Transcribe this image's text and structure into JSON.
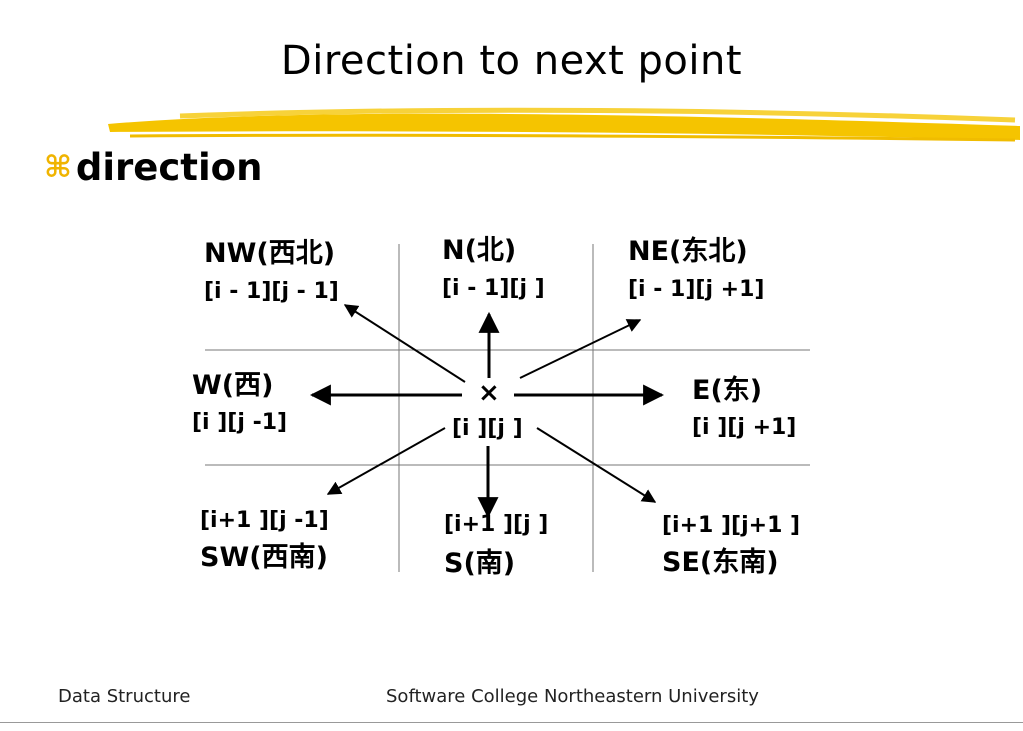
{
  "slide": {
    "title": "Direction to next point",
    "bullet": "direction",
    "bullet_icon": "⌘",
    "accent_color": "#f5c400"
  },
  "directions": {
    "nw": {
      "dir": "NW(西北)",
      "index": "[i - 1][j - 1]"
    },
    "n": {
      "dir": "N(北)",
      "index": "[i - 1][j ]"
    },
    "ne": {
      "dir": "NE(东北)",
      "index": "[i - 1][j +1]"
    },
    "w": {
      "dir": "W(西)",
      "index": "[i ][j -1]"
    },
    "center": {
      "dir": "×",
      "index": "[i ][j ]"
    },
    "e": {
      "dir": "E(东)",
      "index": "[i ][j +1]"
    },
    "sw": {
      "dir": "SW(西南)",
      "index": "[i+1 ][j -1]"
    },
    "s": {
      "dir": "S(南)",
      "index": "[i+1 ][j ]"
    },
    "se": {
      "dir": "SE(东南)",
      "index": "[i+1 ][j+1 ]"
    }
  },
  "footer": {
    "left": "Data Structure",
    "center": "Software College Northeastern University"
  }
}
